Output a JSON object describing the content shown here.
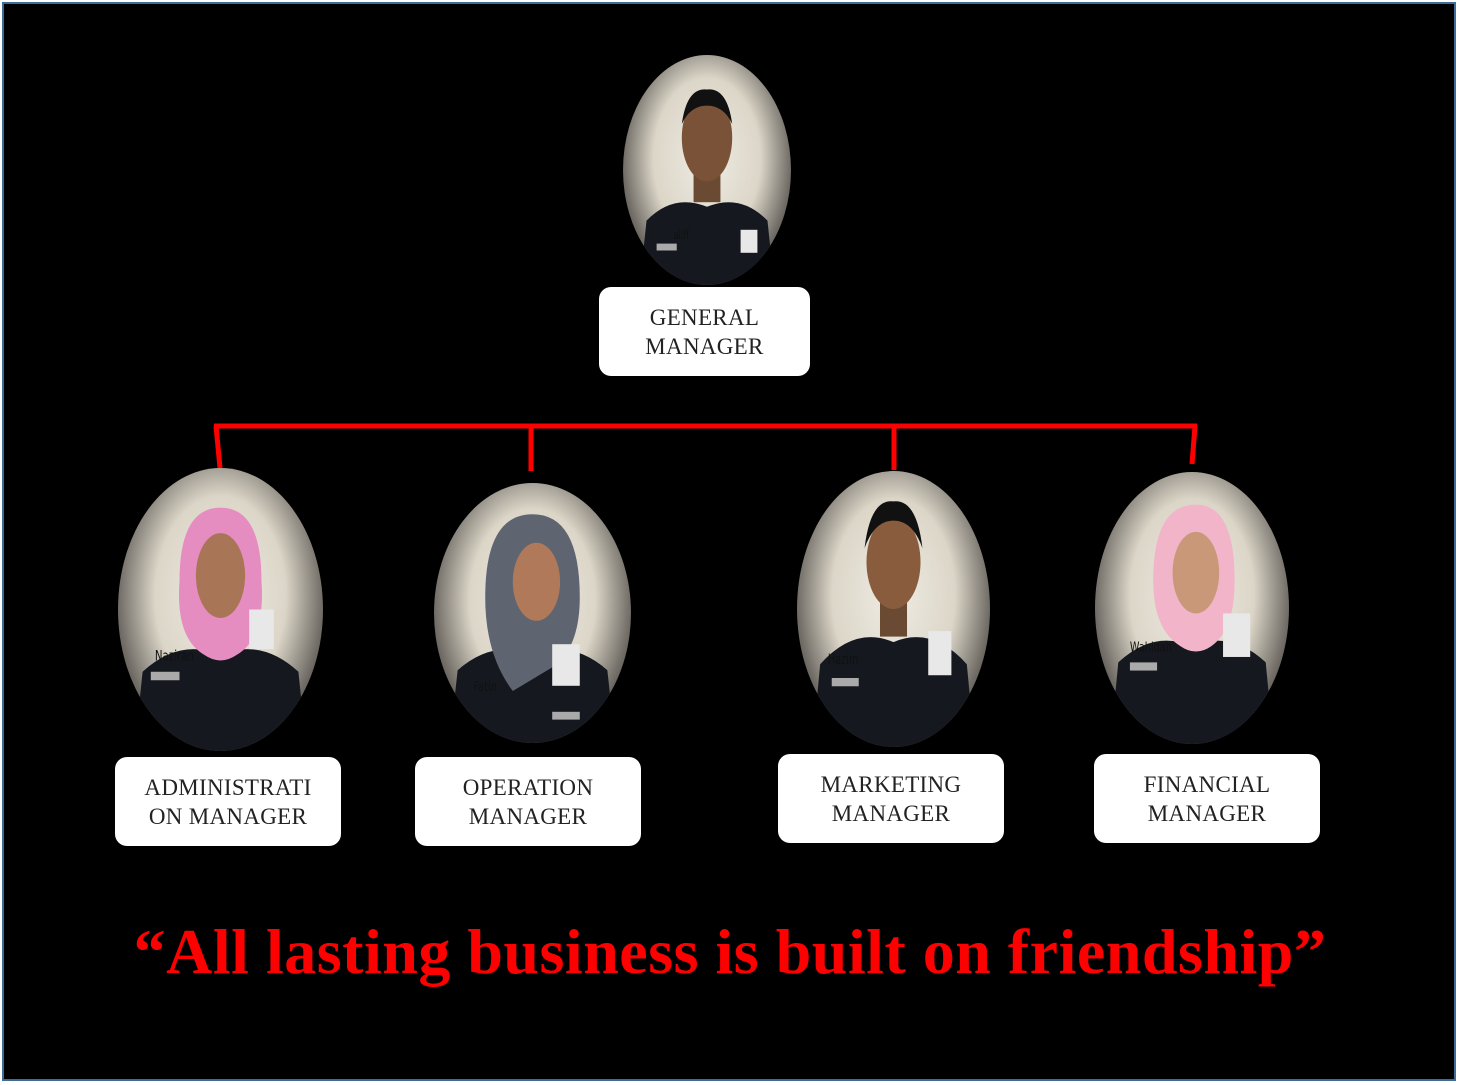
{
  "org_chart": {
    "top": {
      "title": "GENERAL\nMANAGER",
      "badge": "aliff"
    },
    "children": [
      {
        "title": "ADMINISTRATI\nON MANAGER",
        "badge": "Naziran"
      },
      {
        "title": "OPERATION\nMANAGER",
        "badge": "Fatin"
      },
      {
        "title": "MARKETING\nMANAGER",
        "badge": "Hazim"
      },
      {
        "title": "FINANCIAL\nMANAGER",
        "badge": "Wahidah"
      }
    ]
  },
  "quote": "“All lasting business is built on friendship”",
  "colors": {
    "background": "#000000",
    "border": "#3f6b98",
    "connector": "#ff0000",
    "quote": "#ff0000",
    "label_box": "#ffffff"
  }
}
